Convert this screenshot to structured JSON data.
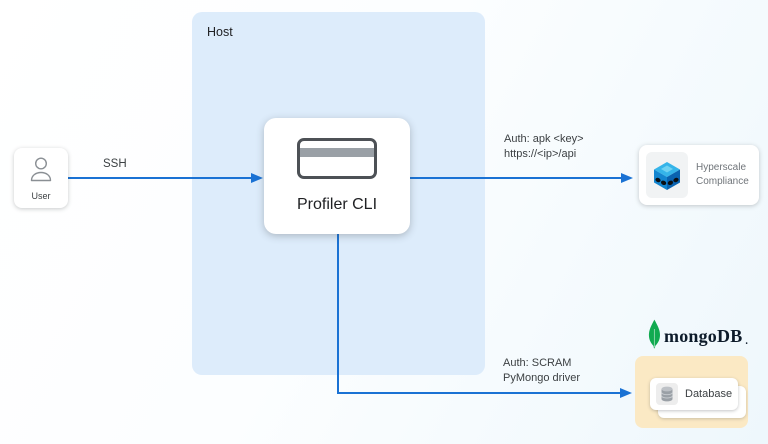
{
  "host": {
    "label": "Host"
  },
  "user": {
    "label": "User"
  },
  "profiler": {
    "label": "Profiler CLI"
  },
  "hyperscale": {
    "line1": "Hyperscale",
    "line2": "Compliance"
  },
  "mongodb": {
    "wordmark": "mongoDB",
    "mark": "."
  },
  "database": {
    "label": "Database"
  },
  "arrows": {
    "ssh": {
      "label": "SSH"
    },
    "api": {
      "line1": "Auth: apk <key>",
      "line2": "https://<ip>/api"
    },
    "scram": {
      "line1": "Auth: SCRAM",
      "line2": "PyMongo driver"
    }
  },
  "colors": {
    "arrow_blue": "#1a72d4",
    "host_fill": "#ddecfb",
    "mongo_panel_fill": "#fbe9c4",
    "mongo_green": "#10aa50",
    "mongo_text": "#0d1b2a",
    "cube_top": "#35b4e9",
    "cube_left": "#1385cf",
    "cube_right": "#0a63b0"
  },
  "icons": {
    "user-icon": "person-outline",
    "cli-card-icon": "terminal-card",
    "hyperscale-cube-icon": "blue-cube-with-masks",
    "mongodb-leaf-icon": "green-leaf",
    "database-icon": "gray-cylinder-stack"
  }
}
